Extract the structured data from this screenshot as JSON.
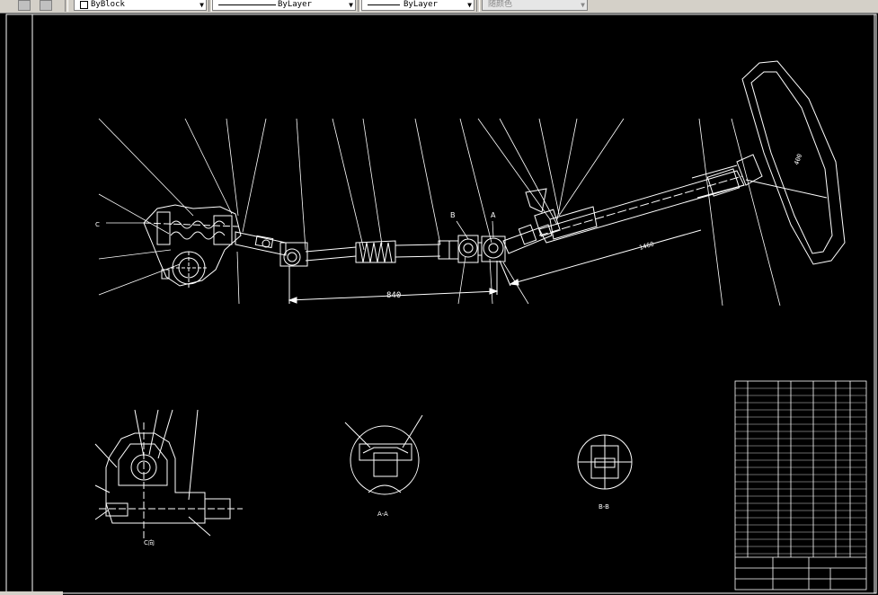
{
  "toolbar": {
    "layer_color_combo": "ByBlock",
    "linetype_combo": "ByLayer",
    "lineweight_combo": "ByLayer",
    "plotstyle_combo": "随颜色"
  },
  "drawing": {
    "dim_840": "840",
    "dim_diag": "1460",
    "dim_wheel": "400",
    "label_A": "A",
    "label_B": "B",
    "label_C": "C",
    "view_aa": "A-A",
    "view_bb": "B-B",
    "view_c": "C向"
  },
  "colors": {
    "background": "#000000",
    "lines": "#ffffff",
    "toolbar": "#d4d0c8"
  }
}
